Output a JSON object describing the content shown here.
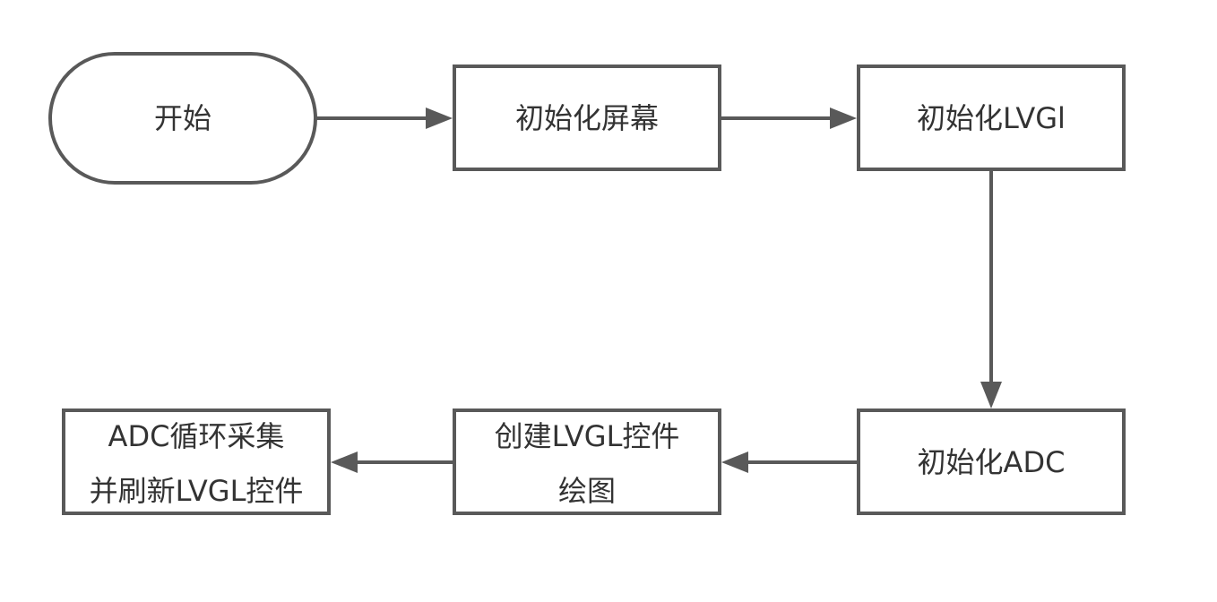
{
  "nodes": {
    "start": {
      "label": "开始"
    },
    "init_screen": {
      "label": "初始化屏幕"
    },
    "init_lvgl": {
      "label": "初始化LVGl"
    },
    "init_adc": {
      "label": "初始化ADC"
    },
    "create_widgets": {
      "lines": [
        "创建LVGL控件",
        "绘图"
      ]
    },
    "adc_loop": {
      "lines": [
        "ADC循环采集",
        "并刷新LVGL控件"
      ]
    }
  },
  "colors": {
    "stroke": "#595959",
    "text": "#333333",
    "background": "#ffffff"
  }
}
